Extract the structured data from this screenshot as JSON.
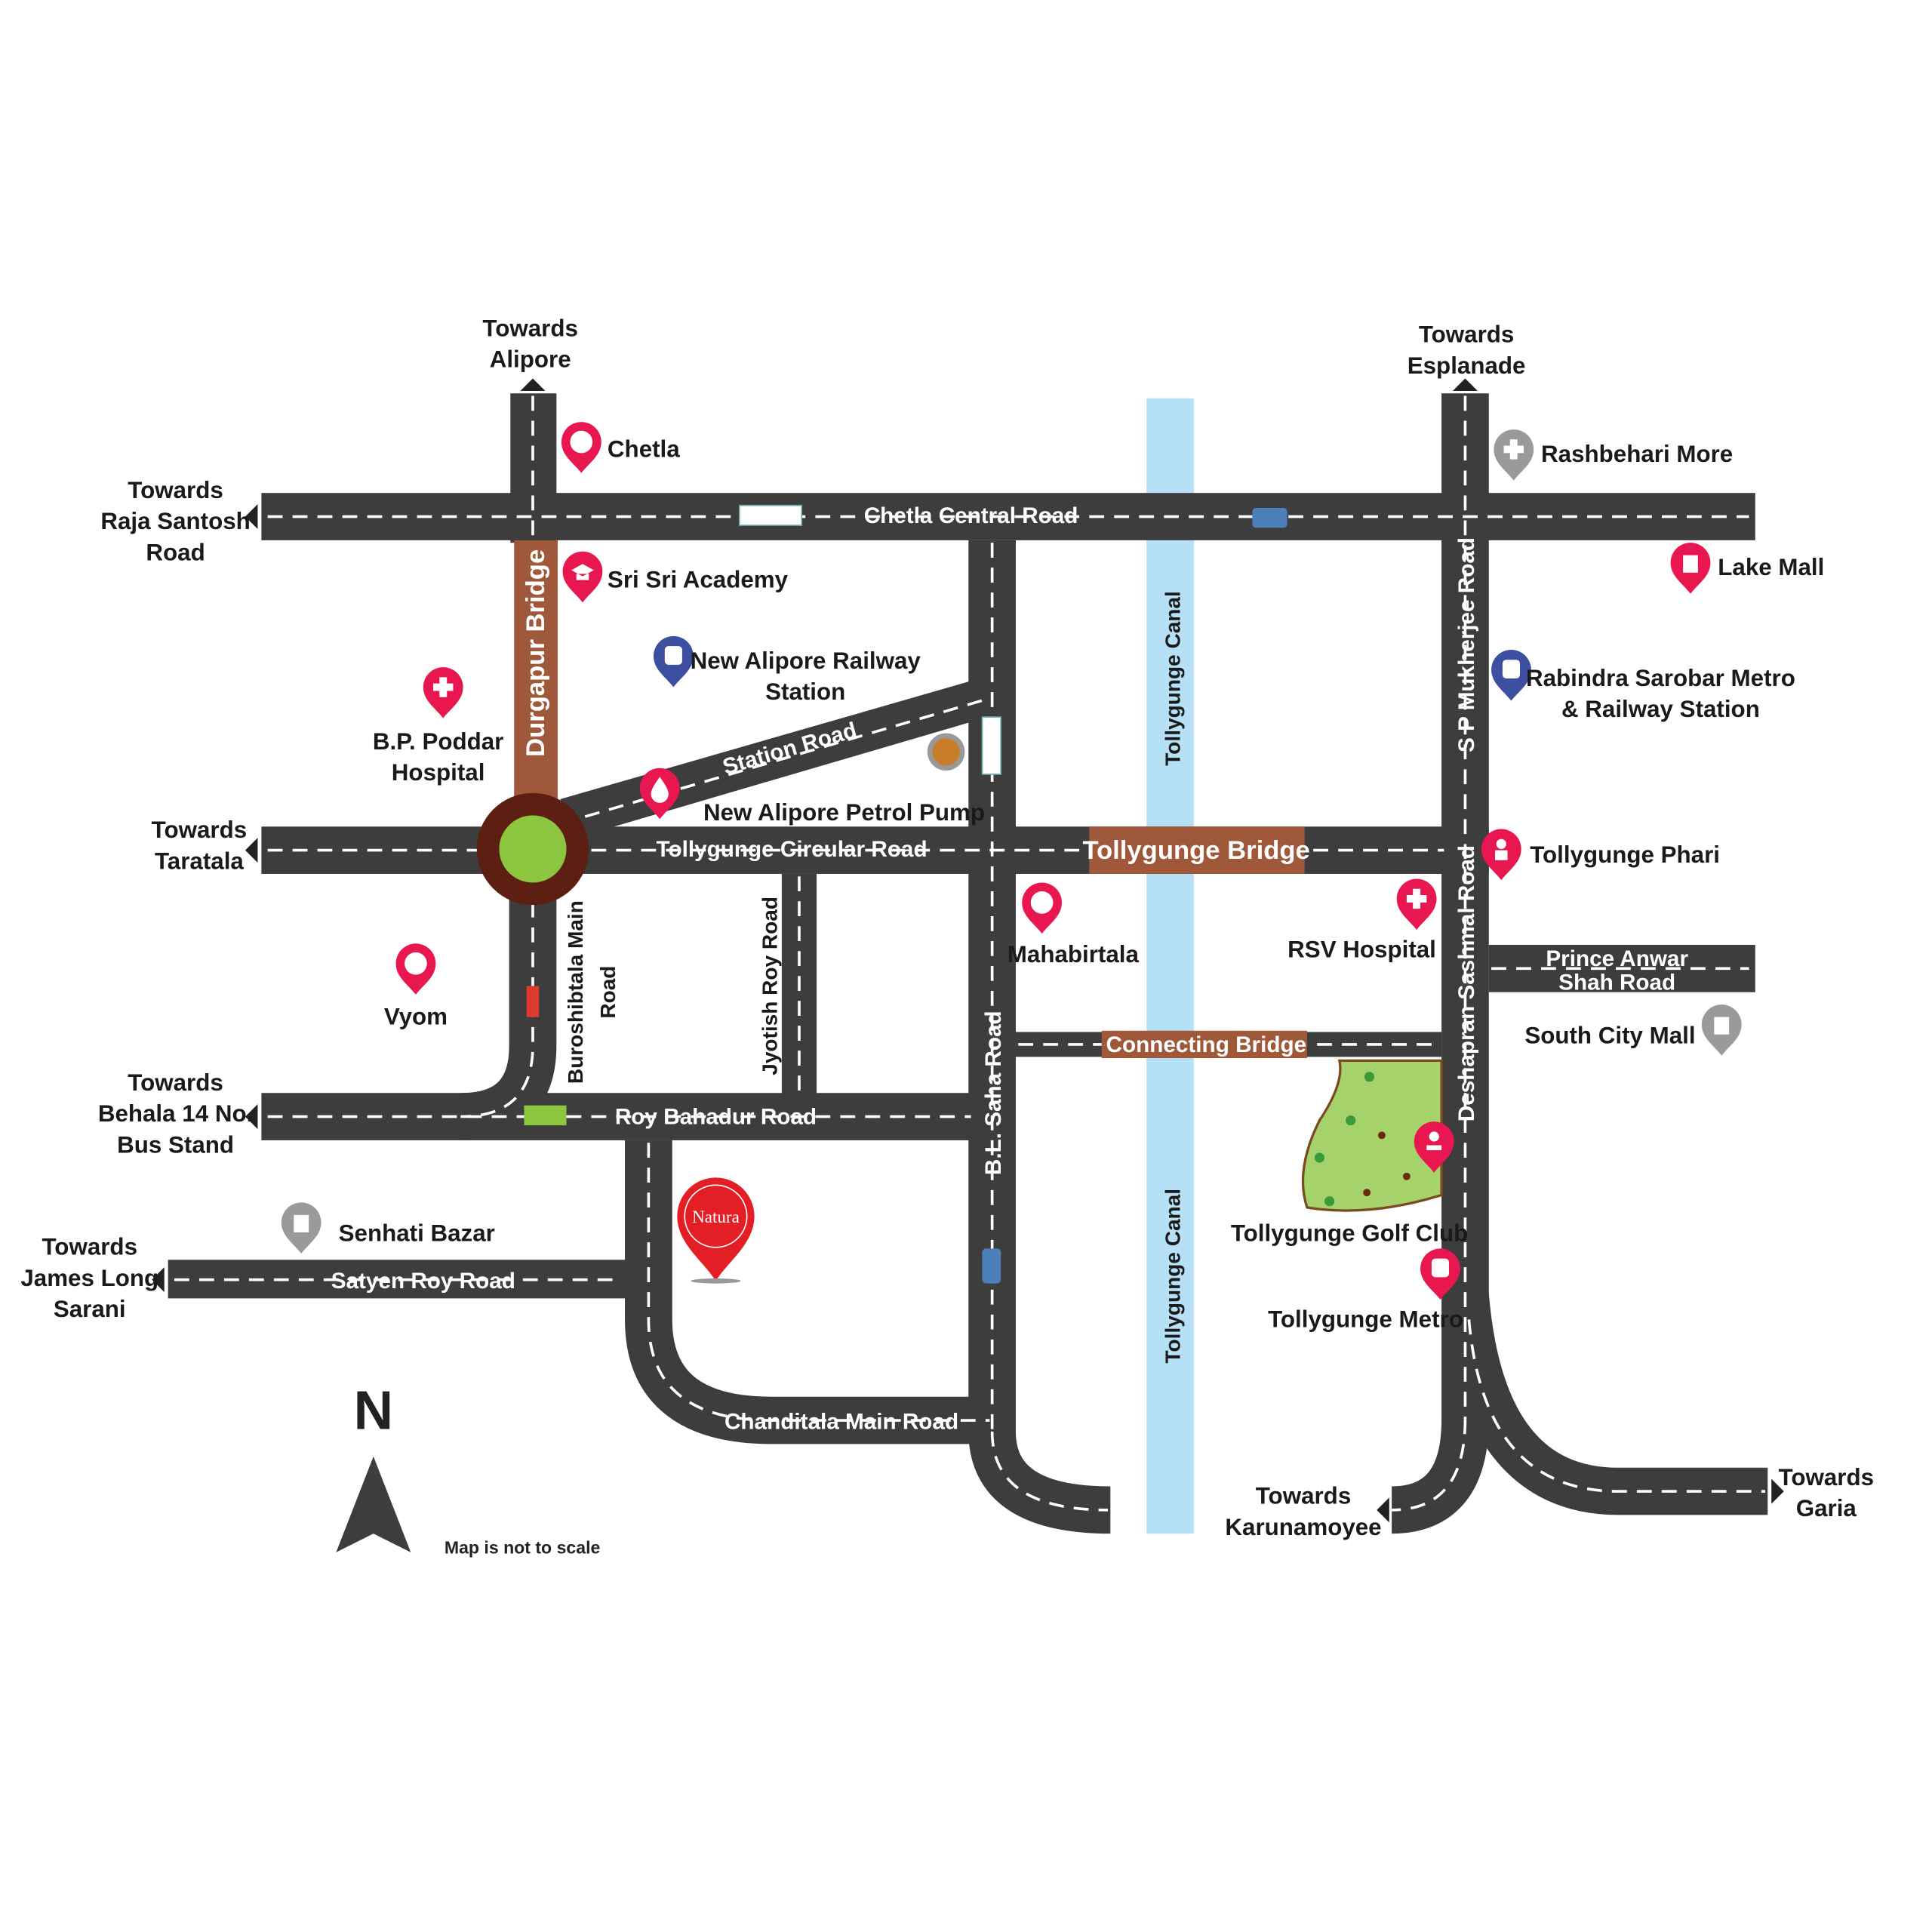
{
  "colors": {
    "road": "#3d3d3d",
    "canal": "#b5e0f5",
    "pin_pink": "#e8174f",
    "pin_blue": "#3d4fa0",
    "pin_grey": "#9a9a9a",
    "natura": "#e31e24",
    "bridge": "#a0583a",
    "roundabout": "#5c1f12",
    "green": "#8cc63f"
  },
  "directions": {
    "alipore": [
      "Towards",
      "Alipore"
    ],
    "esplanade": [
      "Towards",
      "Esplanade"
    ],
    "raja_santosh": [
      "Towards",
      "Raja Santosh",
      "Road"
    ],
    "taratala": [
      "Towards",
      "Taratala"
    ],
    "behala": [
      "Towards",
      "Behala 14 No.",
      "Bus Stand"
    ],
    "james_long": [
      "Towards",
      "James Long",
      "Sarani"
    ],
    "karunamoyee": [
      "Towards",
      "Karunamoyee"
    ],
    "garia": [
      "Towards",
      "Garia"
    ]
  },
  "roads": {
    "chetla_central": "Chetla Central Road",
    "tollygunge_circular": "Tollygunge Circular Road",
    "station_road": "Station Road",
    "roy_bahadur": "Roy Bahadur Road",
    "satyen_roy": "Satyen Roy Road",
    "chanditala": "Chanditala Main Road",
    "bl_saha": "B.L. Saha Road",
    "jyotish_roy": "Jyotish Roy Road",
    "buroshibtala": [
      "Buroshibtala Main",
      "Road"
    ],
    "sp_mukherjee": "S P Mukherjee Road",
    "deshapran": "Deshapran Sashmal Road",
    "prince_anwar": [
      "Prince Anwar",
      "Shah Road"
    ],
    "canal": "Tollygunge Canal",
    "durgapur_bridge": "Durgapur Bridge",
    "tollygunge_bridge": "Tollygunge Bridge",
    "connecting_bridge": "Connecting Bridge"
  },
  "places": {
    "chetla": "Chetla",
    "sri_sri": "Sri Sri Academy",
    "new_alipore_station": [
      "New Alipore Railway",
      "Station"
    ],
    "bp_poddar": [
      "B.P. Poddar",
      "Hospital"
    ],
    "petrol_pump": "New Alipore Petrol Pump",
    "vyom": "Vyom",
    "senhati": "Senhati Bazar",
    "natura": "Natura",
    "rashbehari": "Rashbehari More",
    "lake_mall": "Lake Mall",
    "rabindra": [
      "Rabindra Sarobar Metro",
      "& Railway Station"
    ],
    "tolly_phari": "Tollygunge Phari",
    "mahabirtala": "Mahabirtala",
    "rsv": "RSV Hospital",
    "south_city": "South City Mall",
    "golf_club": "Tollygunge Golf Club",
    "tolly_metro": "Tollygunge Metro"
  },
  "compass": {
    "north": "N",
    "note": "Map is not to scale"
  }
}
